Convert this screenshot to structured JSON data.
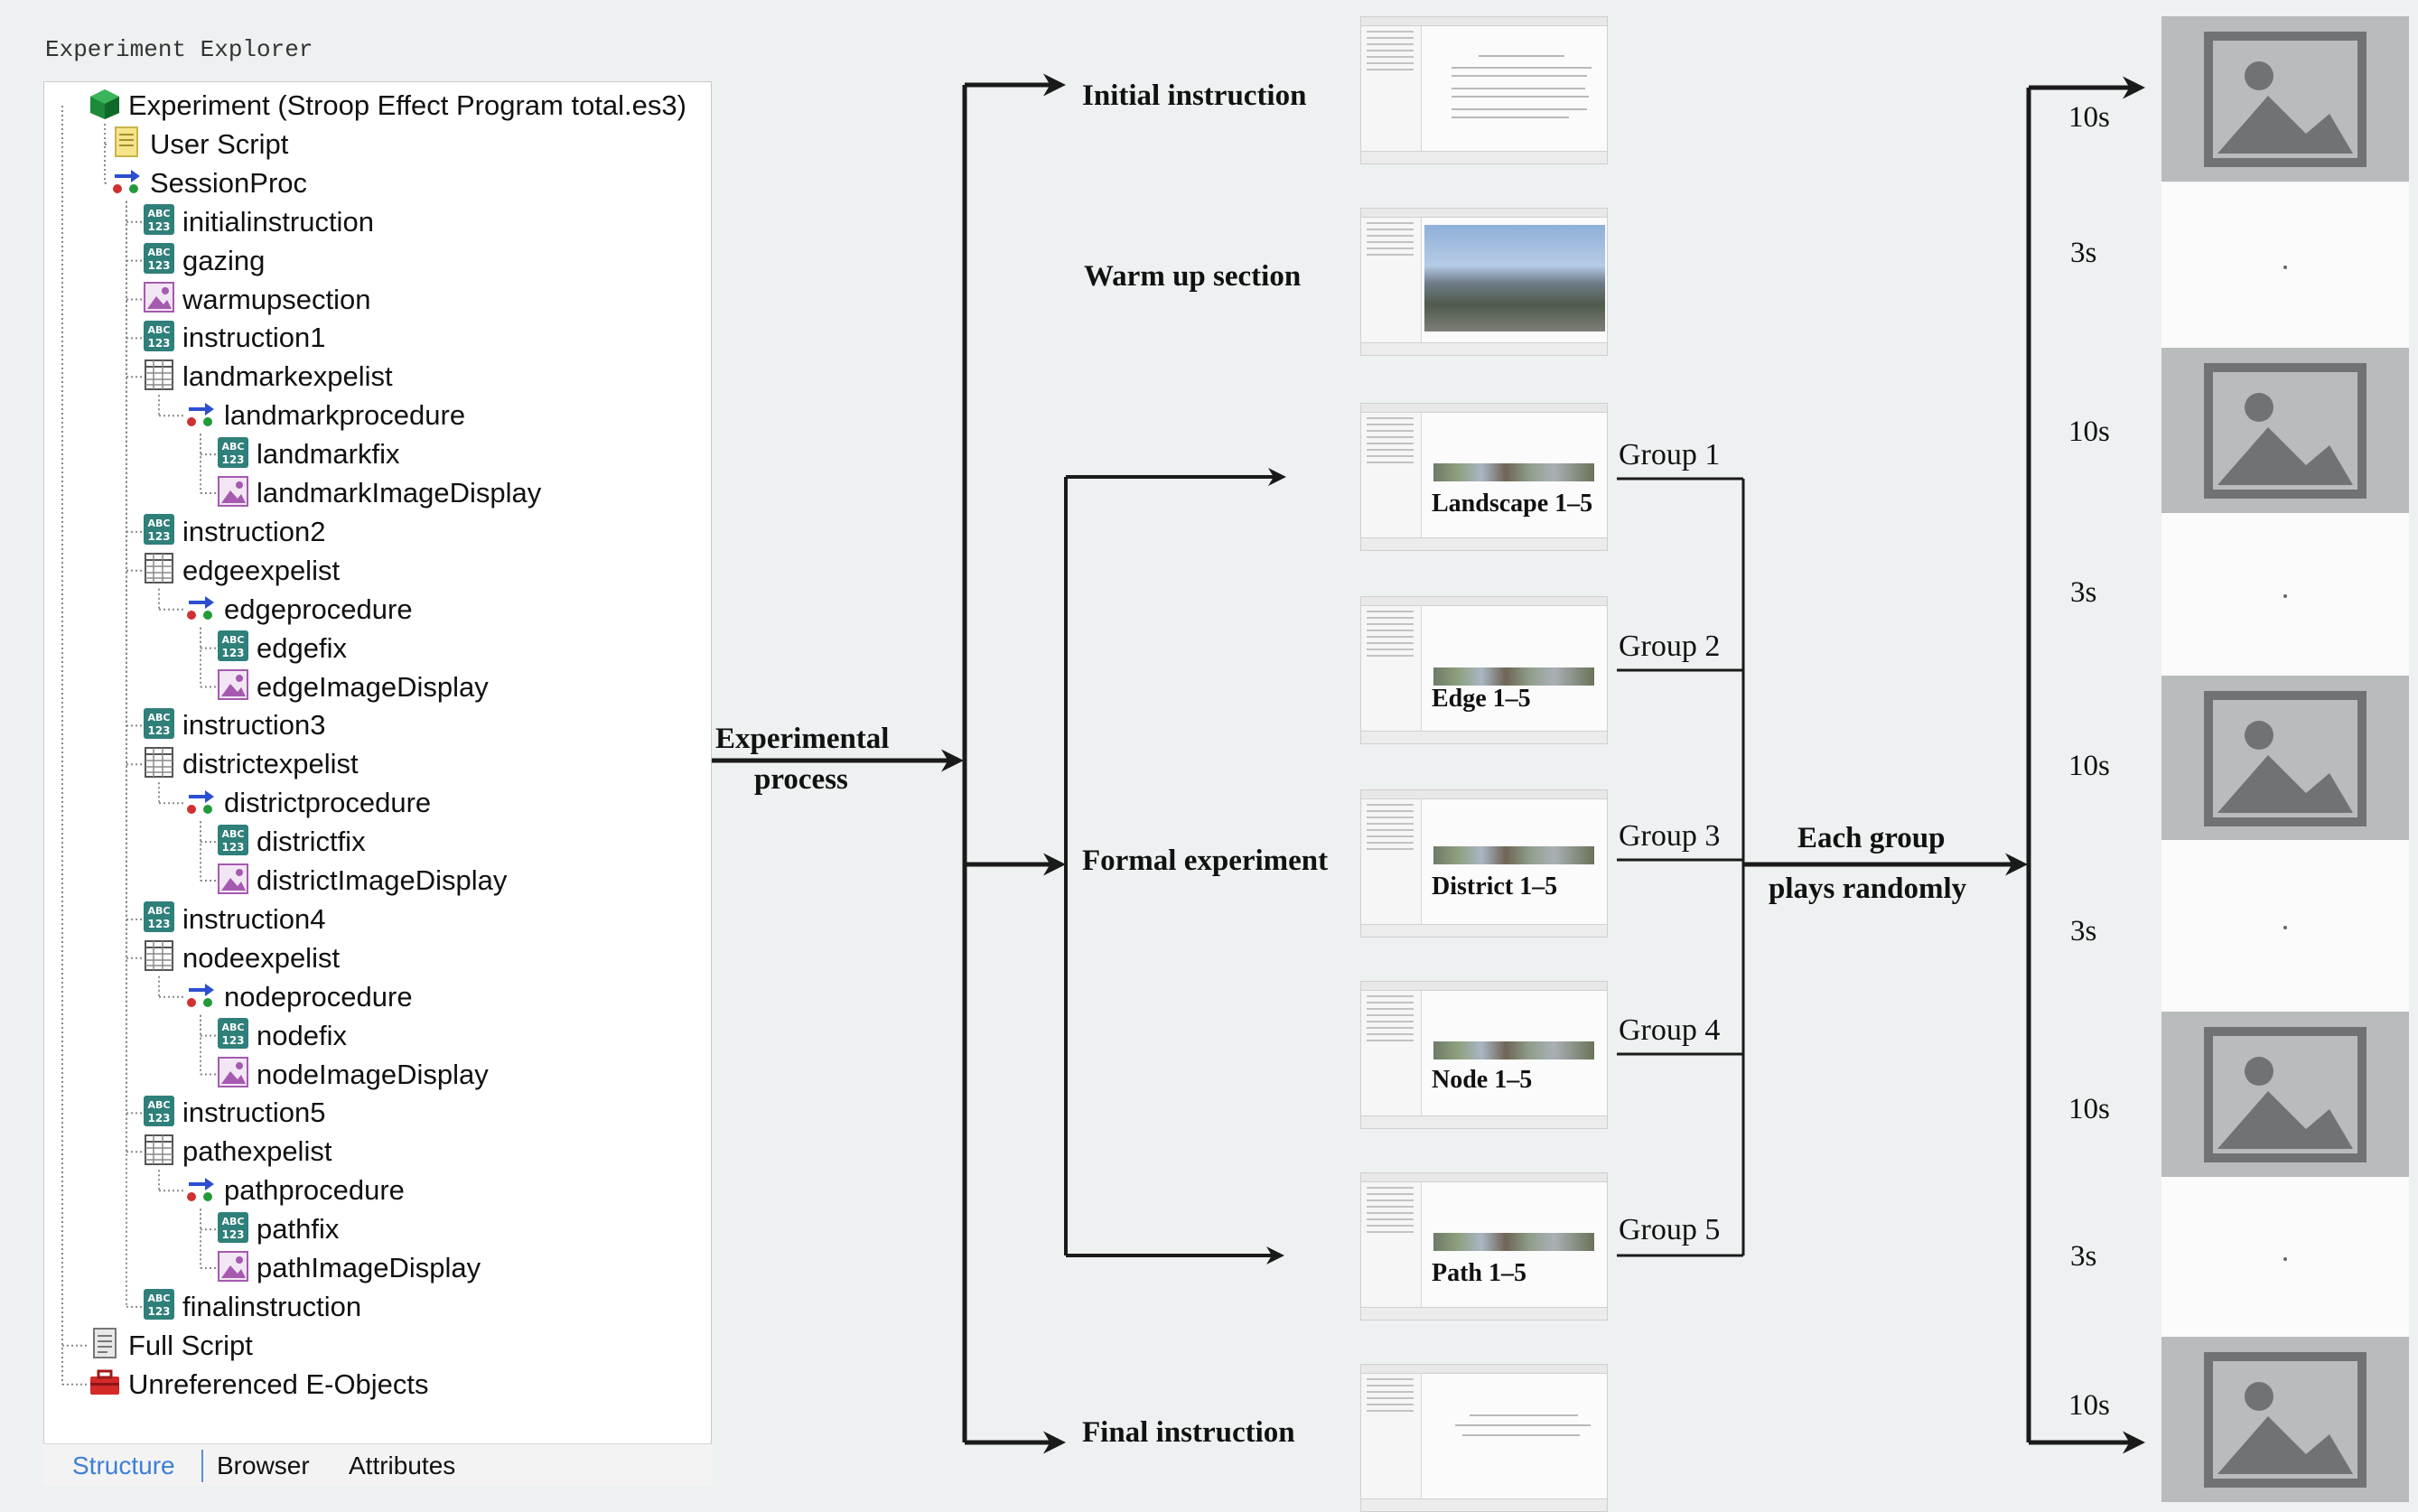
{
  "explorer": {
    "title": "Experiment Explorer",
    "tree": [
      {
        "label": "Experiment (Stroop Effect Program total.es3)",
        "icon": "experiment-cube-icon"
      },
      {
        "label": "User Script",
        "icon": "script-page-icon"
      },
      {
        "label": "SessionProc",
        "icon": "procedure-icon"
      },
      {
        "label": "initialinstruction",
        "icon": "text-display-icon"
      },
      {
        "label": "gazing",
        "icon": "text-display-icon"
      },
      {
        "label": "warmupsection",
        "icon": "image-display-icon"
      },
      {
        "label": "instruction1",
        "icon": "text-display-icon"
      },
      {
        "label": "landmarkexpelist",
        "icon": "list-icon"
      },
      {
        "label": "landmarkprocedure",
        "icon": "procedure-icon"
      },
      {
        "label": "landmarkfix",
        "icon": "text-display-icon"
      },
      {
        "label": "landmarkImageDisplay",
        "icon": "image-display-icon"
      },
      {
        "label": "instruction2",
        "icon": "text-display-icon"
      },
      {
        "label": "edgeexpelist",
        "icon": "list-icon"
      },
      {
        "label": "edgeprocedure",
        "icon": "procedure-icon"
      },
      {
        "label": "edgefix",
        "icon": "text-display-icon"
      },
      {
        "label": "edgeImageDisplay",
        "icon": "image-display-icon"
      },
      {
        "label": "instruction3",
        "icon": "text-display-icon"
      },
      {
        "label": "districtexpelist",
        "icon": "list-icon"
      },
      {
        "label": "districtprocedure",
        "icon": "procedure-icon"
      },
      {
        "label": "districtfix",
        "icon": "text-display-icon"
      },
      {
        "label": "districtImageDisplay",
        "icon": "image-display-icon"
      },
      {
        "label": "instruction4",
        "icon": "text-display-icon"
      },
      {
        "label": "nodeexpelist",
        "icon": "list-icon"
      },
      {
        "label": "nodeprocedure",
        "icon": "procedure-icon"
      },
      {
        "label": "nodefix",
        "icon": "text-display-icon"
      },
      {
        "label": "nodeImageDisplay",
        "icon": "image-display-icon"
      },
      {
        "label": "instruction5",
        "icon": "text-display-icon"
      },
      {
        "label": "pathexpelist",
        "icon": "list-icon"
      },
      {
        "label": "pathprocedure",
        "icon": "procedure-icon"
      },
      {
        "label": "pathfix",
        "icon": "text-display-icon"
      },
      {
        "label": "pathImageDisplay",
        "icon": "image-display-icon"
      },
      {
        "label": "finalinstruction",
        "icon": "text-display-icon"
      },
      {
        "label": "Full Script",
        "icon": "full-script-icon"
      },
      {
        "label": "Unreferenced E-Objects",
        "icon": "toolbox-icon"
      }
    ],
    "tabs": {
      "structure": "Structure",
      "browser": "Browser",
      "attributes": "Attributes"
    }
  },
  "flow": {
    "process_line1": "Experimental",
    "process_line2": "process",
    "initial_instruction": "Initial instruction",
    "warm_up": "Warm up section",
    "formal_experiment": "Formal experiment",
    "final_instruction": "Final instruction",
    "groups": [
      {
        "label": "Group 1",
        "caption": "Landscape 1–5"
      },
      {
        "label": "Group 2",
        "caption": "Edge 1–5"
      },
      {
        "label": "Group 3",
        "caption": "District 1–5"
      },
      {
        "label": "Group 4",
        "caption": "Node 1–5"
      },
      {
        "label": "Group 5",
        "caption": "Path 1–5"
      }
    ],
    "random_line1": "Each group",
    "random_line2": "plays randomly",
    "timings": [
      "10s",
      "3s",
      "10s",
      "3s",
      "10s",
      "3s",
      "10s",
      "3s",
      "10s"
    ]
  },
  "colors": {
    "arrow": "#1a1a1a",
    "image_slot": "#b8bcbc",
    "tab_active": "#3e7fd6"
  }
}
